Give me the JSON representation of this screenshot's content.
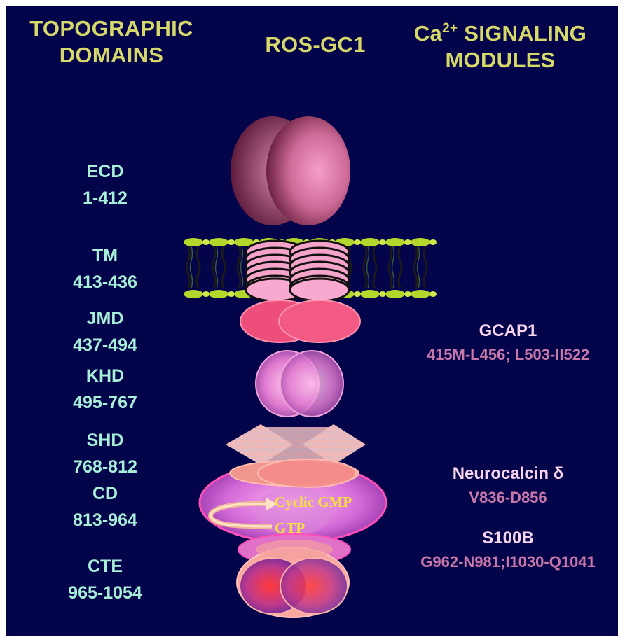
{
  "headers": {
    "topographic": [
      "TOPOGRAPHIC",
      "DOMAINS"
    ],
    "center": "ROS-GC1",
    "ca_prefix": "Ca",
    "ca_superscript": "2+",
    "ca_rest": " SIGNALING",
    "ca_line2": "MODULES"
  },
  "domains": [
    {
      "name": "ECD",
      "range": "1-412"
    },
    {
      "name": "TM",
      "range": "413-436"
    },
    {
      "name": "JMD",
      "range": "437-494"
    },
    {
      "name": "KHD",
      "range": "495-767"
    },
    {
      "name": "SHD",
      "range": "768-812"
    },
    {
      "name": "CD",
      "range": "813-964"
    },
    {
      "name": "CTE",
      "range": "965-1054"
    }
  ],
  "modules": [
    {
      "name": "GCAP1",
      "range": "415M-L456; L503-II522"
    },
    {
      "name": "Neurocalcin δ",
      "range": "V836-D856"
    },
    {
      "name": "S100B",
      "range": "G962-N981;I1030-Q1041"
    }
  ],
  "annotations": {
    "cyclic_gmp": "Cyclic GMP",
    "gtp": "GTP"
  },
  "colors": {
    "background": "#04044a",
    "header_text": "#d7d86a",
    "domain_text": "#a8efd8",
    "module_name": "#f7d5ee",
    "module_range": "#c777a8",
    "annotation_text": "#f5e23a"
  }
}
